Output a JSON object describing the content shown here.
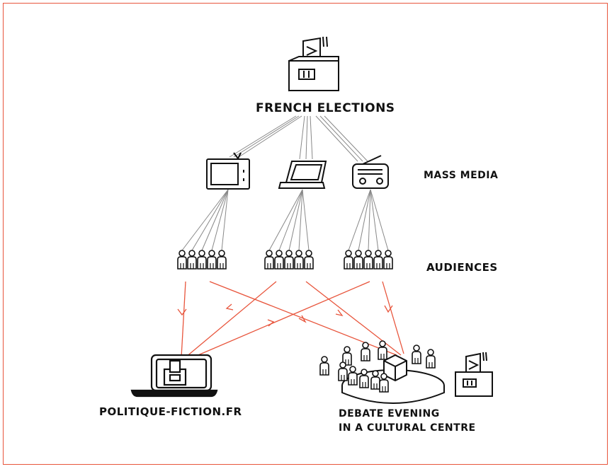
{
  "diagram": {
    "top": {
      "label": "FRENCH ELECTIONS",
      "icon": "ballot-box-icon"
    },
    "tiers": {
      "media": {
        "label": "MASS MEDIA",
        "icons": [
          "tv-icon",
          "laptop-icon",
          "radio-icon"
        ]
      },
      "audiences": {
        "label": "AUDIENCES",
        "icon": "people-group-icon"
      }
    },
    "destinations": [
      {
        "label": "POLITIQUE-FICTION.FR",
        "icon": "laptop-ballot-icon"
      },
      {
        "label_line1": "DEBATE EVENING",
        "label_line2": "IN A CULTURAL CENTRE",
        "icon": "debate-table-icon"
      }
    ],
    "colors": {
      "ink": "#111111",
      "connector": "#888888",
      "flow": "#e8553c",
      "border": "#e8553c"
    }
  }
}
